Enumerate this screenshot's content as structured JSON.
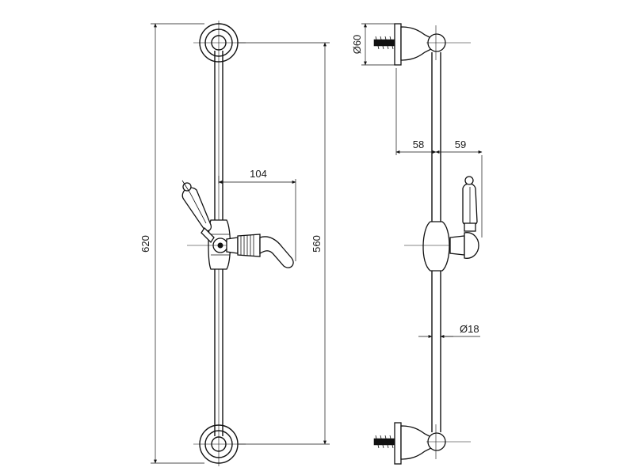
{
  "dimensions": {
    "total_height": "620",
    "fixing_distance": "560",
    "arm_reach": "104",
    "bracket_diameter": "Ø60",
    "wall_to_rail": "58",
    "rail_to_handle": "59",
    "rail_diameter": "Ø18"
  }
}
